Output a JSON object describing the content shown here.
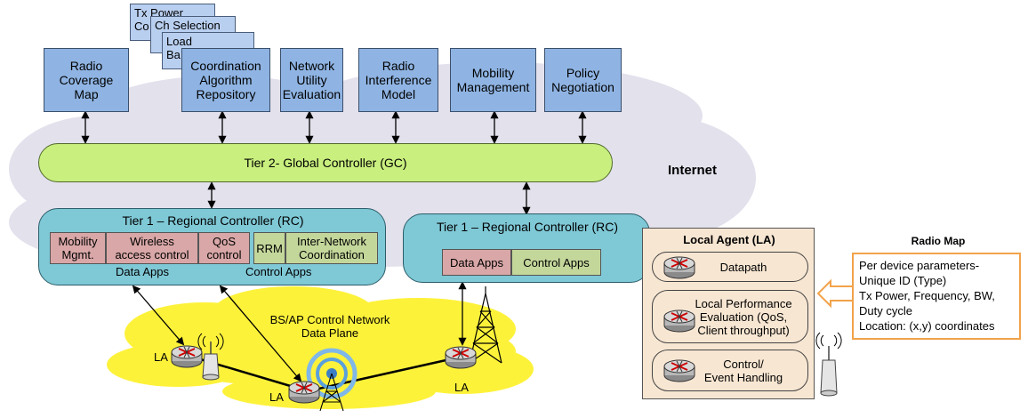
{
  "internet_label": "Internet",
  "global_controller": "Tier 2- Global Controller (GC)",
  "top_boxes": {
    "radio_coverage": [
      "Radio",
      "Coverage",
      "Map"
    ],
    "coordination": [
      "Coordination",
      "Algorithm",
      "Repository"
    ],
    "network_utility": [
      "Network",
      "Utility",
      "Evaluation"
    ],
    "radio_interference": [
      "Radio",
      "Interference",
      "Model"
    ],
    "mobility_management": [
      "Mobility",
      "Management"
    ],
    "policy_negotiation": [
      "Policy",
      "Negotiation"
    ]
  },
  "stacked_cards": {
    "tx_power": [
      "Tx Power",
      "Co"
    ],
    "ch_selection": "Ch Selection",
    "load_balance": [
      "Load",
      "Ba"
    ]
  },
  "regional_left": {
    "title": "Tier 1 – Regional Controller (RC)",
    "cells": {
      "mobility": [
        "Mobility",
        "Mgmt."
      ],
      "wireless": [
        "Wireless",
        "access control"
      ],
      "qos": [
        "QoS",
        "control"
      ],
      "rrm": "RRM",
      "inter_network": [
        "Inter-Network",
        "Coordination"
      ]
    },
    "data_apps_label": "Data Apps",
    "control_apps_label": "Control Apps"
  },
  "regional_right": {
    "title": "Tier 1 – Regional Controller (RC)",
    "data_apps": "Data Apps",
    "control_apps": "Control Apps"
  },
  "network": {
    "label_line1": "BS/AP Control Network",
    "label_line2": "Data Plane",
    "la": "LA"
  },
  "local_agent": {
    "title": "Local Agent (LA)",
    "datapath": "Datapath",
    "perf": [
      "Local Performance",
      "Evaluation (QoS,",
      "Client throughput)"
    ],
    "control": [
      "Control/",
      "Event Handling"
    ]
  },
  "radio_map": {
    "title": "Radio Map",
    "lines": [
      "Per device parameters-",
      "Unique ID (Type)",
      "Tx Power, Frequency, BW,",
      "Duty cycle",
      "Location: (x,y) coordinates"
    ]
  },
  "colors": {
    "cloud": "#e3e1ec",
    "yellow_cloud": "#fdf23a",
    "gc_green": "#c9ef7e",
    "rc_teal": "#7fc8d6",
    "box_blue": "#8fb4e3",
    "radio_map_border": "#f2a24a"
  }
}
